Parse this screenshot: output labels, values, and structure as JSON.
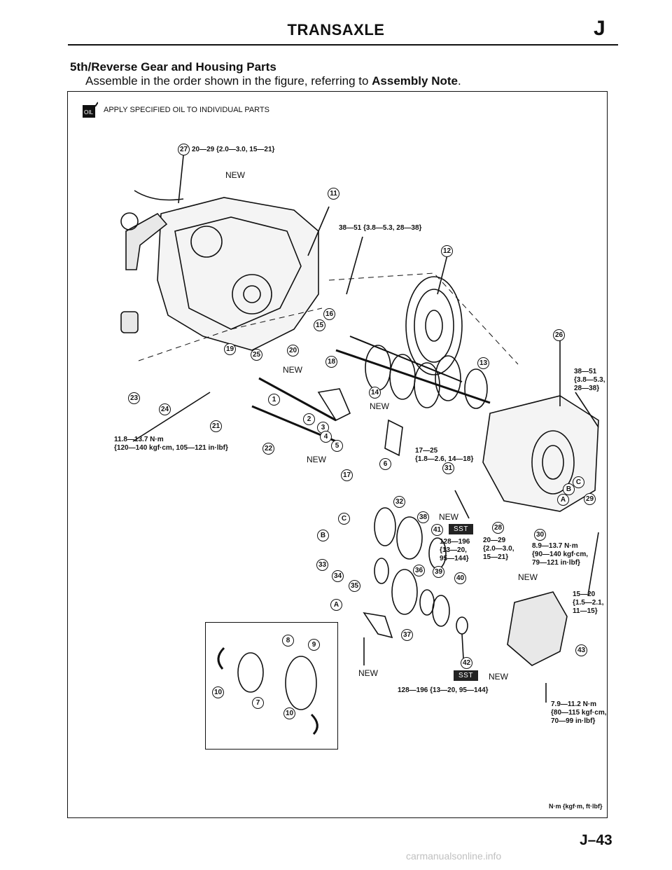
{
  "header": {
    "title": "TRANSAXLE",
    "section_letter": "J"
  },
  "section": {
    "title": "5th/Reverse Gear and Housing Parts",
    "instruction_prefix": "Assemble in the order shown in the figure, referring to ",
    "instruction_bold": "Assembly Note",
    "instruction_suffix": "."
  },
  "legend": {
    "oil_icon_text": "OIL",
    "oil_label": "APPLY SPECIFIED OIL TO INDIVIDUAL PARTS"
  },
  "torque_labels": {
    "t27": "20—29 {2.0—3.0, 15—21}",
    "t11": "38—51 {3.8—5.3, 28—38}",
    "t26": "38—51\n{3.8—5.3,\n28—38}",
    "t21": "11.8—13.7 N·m\n{120—140 kgf·cm, 105—121 in·lbf}",
    "t6": "17—25\n{1.8—2.6, 14—18}",
    "t41": "128—196\n{13—20,\n95—144}",
    "t28": "20—29\n{2.0—3.0,\n15—21}",
    "t30": "8.9—13.7 N·m\n{90—140 kgf·cm,\n79—121 in·lbf}",
    "t43a": "15—20\n{1.5—2.1,\n11—15}",
    "t42": "128—196 {13—20, 95—144}",
    "t43b": "7.9—11.2 N·m\n{80—115 kgf·cm,\n70—99 in·lbf}"
  },
  "new_label": "NEW",
  "sst_label": "SST",
  "callouts": [
    "1",
    "2",
    "3",
    "4",
    "5",
    "6",
    "7",
    "8",
    "9",
    "10",
    "11",
    "12",
    "13",
    "14",
    "15",
    "16",
    "17",
    "18",
    "19",
    "20",
    "21",
    "22",
    "23",
    "24",
    "25",
    "26",
    "27",
    "28",
    "29",
    "30",
    "31",
    "32",
    "33",
    "34",
    "35",
    "36",
    "37",
    "38",
    "39",
    "40",
    "41",
    "42",
    "43"
  ],
  "letters": [
    "A",
    "B",
    "C"
  ],
  "units_note": "N·m {kgf·m, ft·lbf}",
  "page_number": "J–43",
  "watermark": "carmanualsonline.info"
}
